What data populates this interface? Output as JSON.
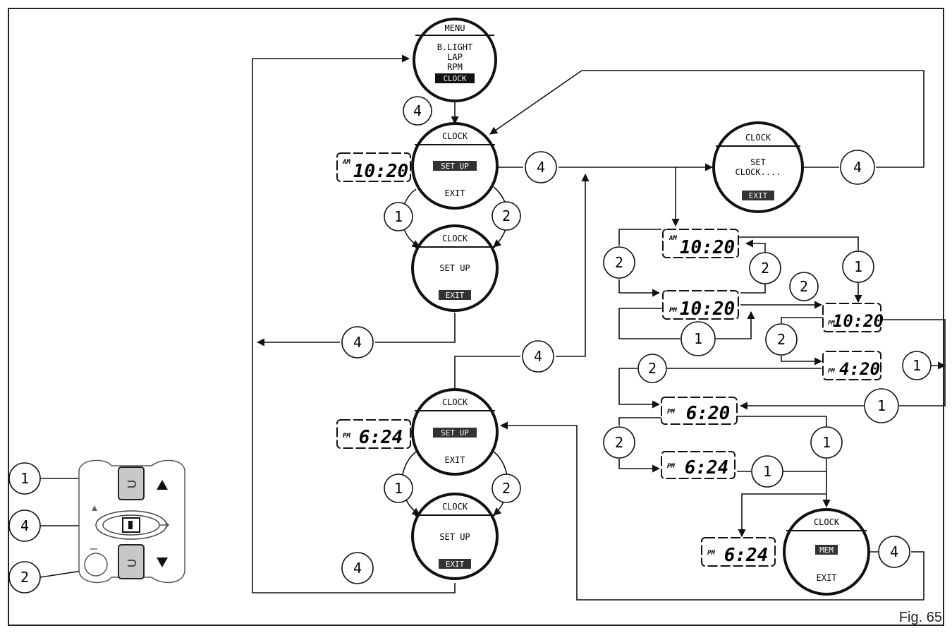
{
  "figure_label": "Fig. 65",
  "screens": {
    "menu": {
      "title": "MENU",
      "items": [
        "B.LIGHT",
        "LAP",
        "RPM",
        "CLOCK"
      ]
    },
    "clock_setup_a": {
      "title": "CLOCK",
      "line1": "SET UP",
      "line2": "EXIT"
    },
    "clock_exit_a": {
      "title": "CLOCK",
      "line1": "SET UP",
      "line2": "EXIT"
    },
    "clock_set": {
      "title": "CLOCK",
      "line1": "SET",
      "line2": "CLOCK....",
      "line3": "EXIT"
    },
    "clock_setup_b": {
      "title": "CLOCK",
      "line1": "SET UP",
      "line2": "EXIT"
    },
    "clock_exit_b": {
      "title": "CLOCK",
      "line1": "SET UP",
      "line2": "EXIT"
    },
    "clock_mem": {
      "title": "CLOCK",
      "line1": "MEM",
      "line2": "EXIT"
    }
  },
  "lcd_displays": {
    "d_1020_am": {
      "ampm": "AM",
      "time": "10:20"
    },
    "d_1020_am_blink": {
      "ampm": "AM",
      "time": "10:20"
    },
    "d_1020_pm_blink": {
      "ampm": "PM",
      "time": "10:20"
    },
    "d_1020_pm_hour": {
      "ampm": "PM",
      "time": "10:20"
    },
    "d_420_pm": {
      "ampm": "PM",
      "time": "4:20"
    },
    "d_620_pm": {
      "ampm": "PM",
      "time": "6:20"
    },
    "d_624_pm": {
      "ampm": "PM",
      "time": "6:24"
    },
    "d_624_pm_final": {
      "ampm": "PM",
      "time": "6:24"
    },
    "d_624_pm_left": {
      "ampm": "PM",
      "time": "6:24"
    }
  },
  "button_numbers": {
    "up": "1",
    "mode": "4",
    "down": "2"
  }
}
